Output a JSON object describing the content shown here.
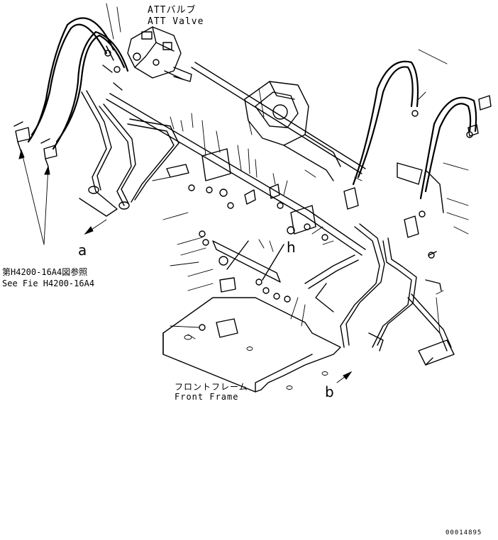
{
  "labels": {
    "att_valve_jp": "ATTバルブ",
    "att_valve_en": "ATT Valve",
    "see_fig_jp": "第H4200-16A4図参照",
    "see_fig_en": "See Fie H4200-16A4",
    "front_frame_jp": "フロントフレーム",
    "front_frame_en": "Front Frame",
    "ref_a": "a",
    "ref_b": "b",
    "ref_h": "h",
    "drawing_number": "00014895"
  },
  "colors": {
    "line": "#000000",
    "background": "#ffffff"
  }
}
